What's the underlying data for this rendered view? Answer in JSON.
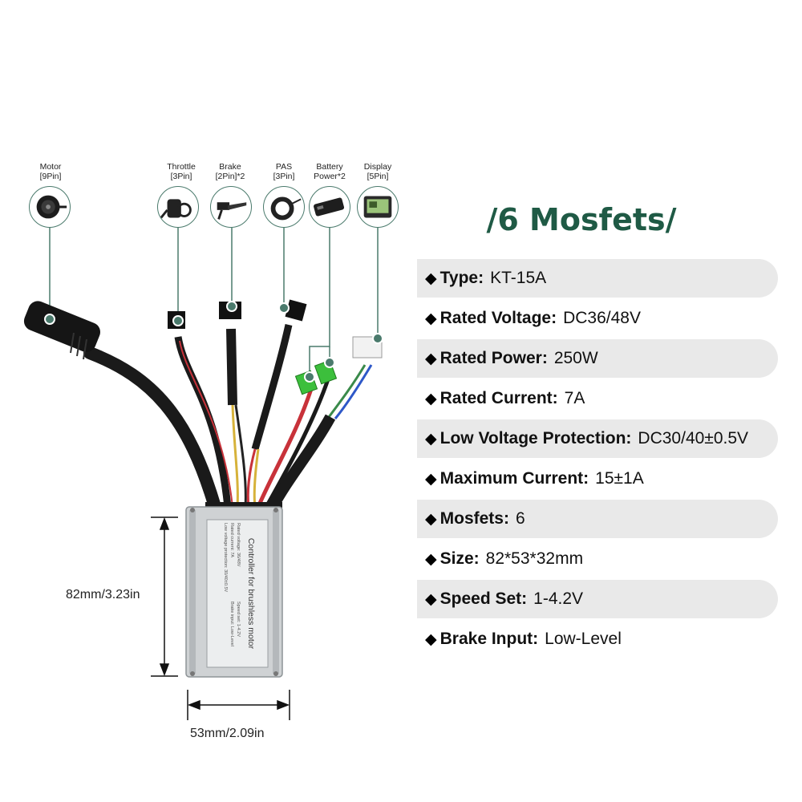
{
  "connectors": [
    {
      "name": "Motor",
      "pins": "[9Pin]"
    },
    {
      "name": "Throttle",
      "pins": "[3Pin]"
    },
    {
      "name": "Brake",
      "pins": "[2Pin]*2"
    },
    {
      "name": "PAS",
      "pins": "[3Pin]"
    },
    {
      "name": "Battery",
      "pins": "Power*2"
    },
    {
      "name": "Display",
      "pins": "[5Pin]"
    }
  ],
  "heading": "/6 Mosfets/",
  "specs": [
    {
      "key": "Type",
      "value": "KT-15A"
    },
    {
      "key": "Rated Voltage",
      "value": "DC36/48V"
    },
    {
      "key": "Rated Power",
      "value": "250W"
    },
    {
      "key": "Rated Current",
      "value": "7A"
    },
    {
      "key": "Low Voltage Protection",
      "value": "DC30/40±0.5V"
    },
    {
      "key": "Maximum Current",
      "value": "15±1A"
    },
    {
      "key": "Mosfets",
      "value": "6"
    },
    {
      "key": "Size",
      "value": "82*53*32mm"
    },
    {
      "key": "Speed Set",
      "value": "1-4.2V"
    },
    {
      "key": "Brake Input",
      "value": "Low-Level"
    }
  ],
  "spec_bullet": "◆",
  "spec_separator": ":",
  "dimensions": {
    "height": "82mm/3.23in",
    "width": "53mm/2.09in"
  },
  "controller_label": {
    "title": "Controller for brushless motor",
    "lines": [
      "Rated voltage:  36/48V",
      "Rated current:  7A",
      "Low voltage protection: 30/40±0.5V",
      "Speed set: 1-4.2V",
      "Brake input: Low-Level"
    ]
  },
  "colors": {
    "accent": "#1f5a45",
    "pointer": "#4a7a6c",
    "row_shade": "#e9e9e9"
  }
}
